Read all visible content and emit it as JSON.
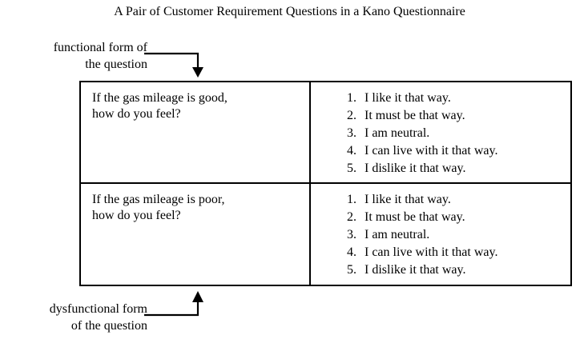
{
  "title": "A Pair of Customer Requirement Questions in a Kano Questionnaire",
  "labels": {
    "functional": {
      "line1": "functional form of",
      "line2": "the question"
    },
    "dysfunctional": {
      "line1": "dysfunctional form",
      "line2": "of the question"
    }
  },
  "table": {
    "rows": [
      {
        "question": {
          "line1": "If the gas mileage is good,",
          "line2": "how do you feel?"
        },
        "answers": [
          {
            "num": "1.",
            "text": "I like it that way."
          },
          {
            "num": "2.",
            "text": "It must be that way."
          },
          {
            "num": "3.",
            "text": "I am neutral."
          },
          {
            "num": "4.",
            "text": "I can live with it that way."
          },
          {
            "num": "5.",
            "text": "I dislike it that way."
          }
        ]
      },
      {
        "question": {
          "line1": "If the gas mileage is poor,",
          "line2": "how do you feel?"
        },
        "answers": [
          {
            "num": "1.",
            "text": "I like it that way."
          },
          {
            "num": "2.",
            "text": "It must be that way."
          },
          {
            "num": "3.",
            "text": "I am neutral."
          },
          {
            "num": "4.",
            "text": "I can live with it that way."
          },
          {
            "num": "5.",
            "text": "I dislike it that way."
          }
        ]
      }
    ]
  },
  "colors": {
    "ink": "#000000",
    "background": "#ffffff"
  }
}
